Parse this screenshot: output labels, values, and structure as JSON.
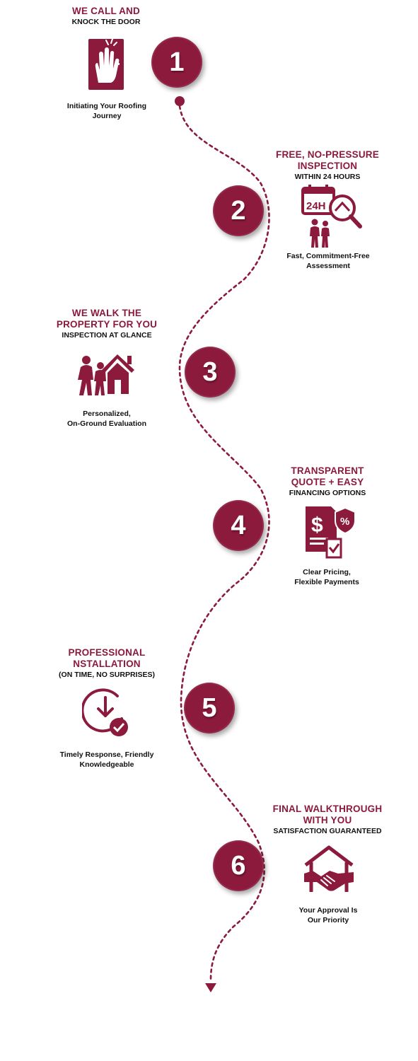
{
  "colors": {
    "accent": "#8b1a3d",
    "text": "#111111",
    "background": "#ffffff"
  },
  "steps": [
    {
      "number": "1",
      "title": "WE CALL AND",
      "subtitle": "KNOCK THE DOOR",
      "caption_line1": "Initiating Your Roofing",
      "caption_line2": "Journey",
      "icon": "hand-knock-icon"
    },
    {
      "number": "2",
      "title_line1": "FREE, NO-PRESSURE",
      "title_line2": "INSPECTION",
      "subtitle": "WITHIN 24 HOURS",
      "caption_line1": "Fast, Commitment-Free",
      "caption_line2": "Assessment",
      "icon": "calendar-24h-inspection-icon"
    },
    {
      "number": "3",
      "title_line1": "WE WALK THE",
      "title_line2": "PROPERTY FOR YOU",
      "subtitle": "INSPECTION AT GLANCE",
      "caption_line1": "Personalized,",
      "caption_line2": "On-Ground Evaluation",
      "icon": "people-house-icon"
    },
    {
      "number": "4",
      "title_line1": "TRANSPARENT",
      "title_line2": "QUOTE + EASY",
      "subtitle": "FINANCING OPTIONS",
      "caption_line1": "Clear Pricing,",
      "caption_line2": "Flexible Payments",
      "icon": "invoice-percent-icon"
    },
    {
      "number": "5",
      "title_line1": "PROFESSIONAL",
      "title_line2": "NSTALLATION",
      "subtitle": "(ON TIME, NO SURPRISES)",
      "caption_line1": "Timely Response, Friendly",
      "caption_line2": "Knowledgeable",
      "icon": "clock-check-icon"
    },
    {
      "number": "6",
      "title_line1": "FINAL WALKTHROUGH",
      "title_line2": "WITH YOU",
      "subtitle": "SATISFACTION GUARANTEED",
      "caption_line1": "Your Approval Is",
      "caption_line2": "Our Priority",
      "icon": "handshake-house-icon"
    }
  ]
}
